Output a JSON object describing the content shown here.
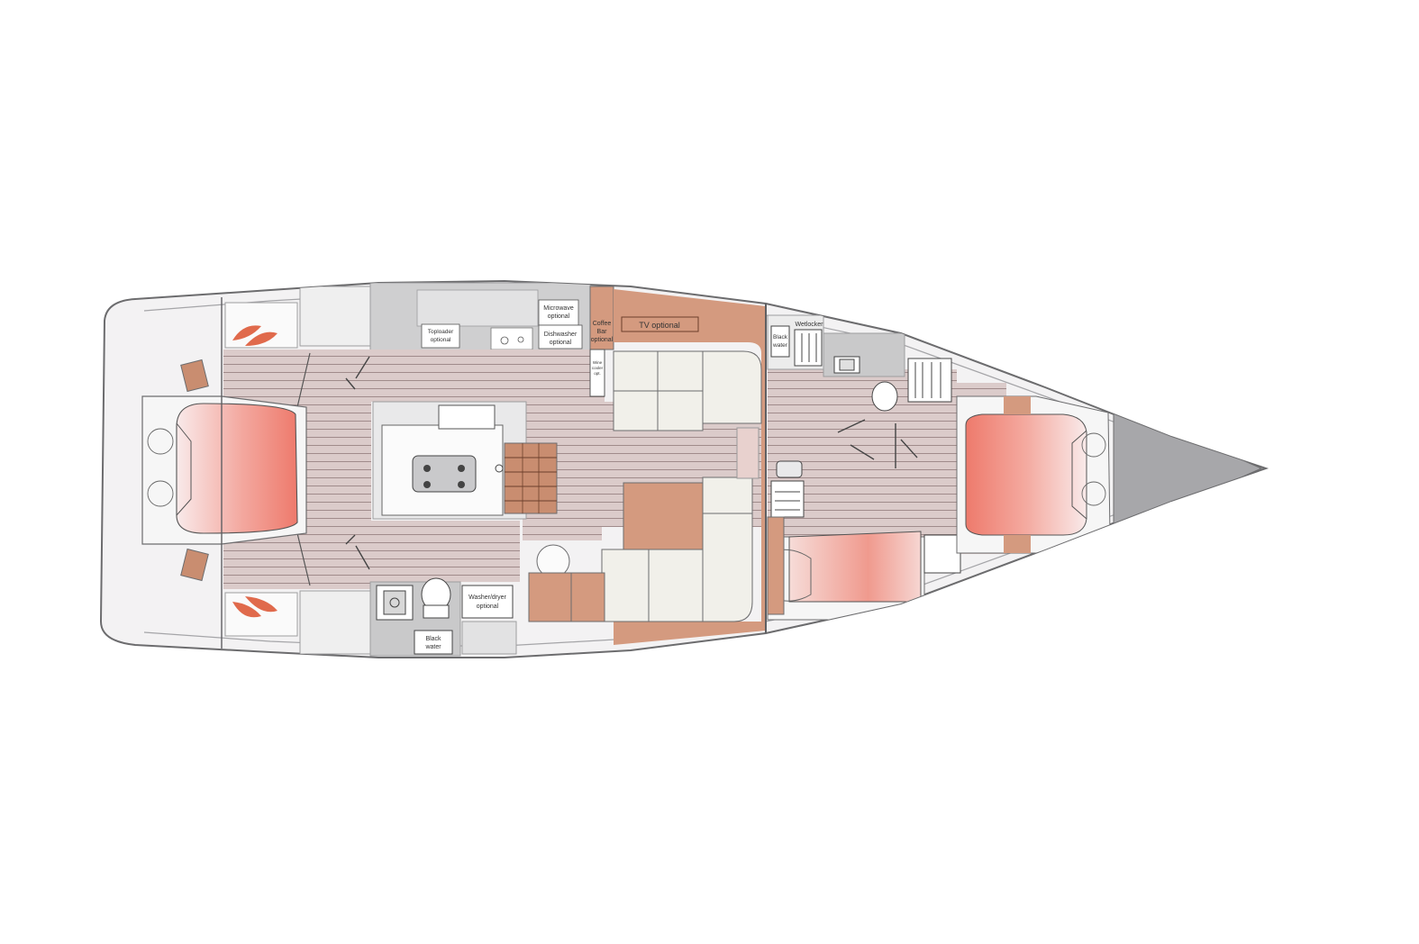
{
  "labels": {
    "microwave": "Microwave",
    "microwave_opt": "optional",
    "toploader": "Toploader",
    "toploader_opt": "optional",
    "dishwasher": "Dishwasher",
    "dishwasher_opt": "optional",
    "coffee_1": "Coffee",
    "coffee_2": "Bar",
    "coffee_3": "optional",
    "wine_1": "Wine",
    "wine_2": "cooler",
    "wine_3": "opt.",
    "tv": "TV optional",
    "black_water_fwd_1": "Black",
    "black_water_fwd_2": "water",
    "wetlocker": "Wetlocker",
    "washer_dryer_1": "Washer/dryer",
    "washer_dryer_2": "optional",
    "black_water_aft_1": "Black",
    "black_water_aft_2": "water"
  },
  "colors": {
    "hull_fill": "#f3f2f3",
    "hull_stroke": "#6c6c6e",
    "floor": "#d9c9c8",
    "floor_line": "#9a8686",
    "wood": "#d4957a",
    "cushion": "#f1f0ea",
    "grey_storage": "#c9c9ca",
    "white_furniture": "#fbfbfb",
    "mattress_gradient": "#ef7b6d",
    "forepeak": "#a7a7aa"
  }
}
